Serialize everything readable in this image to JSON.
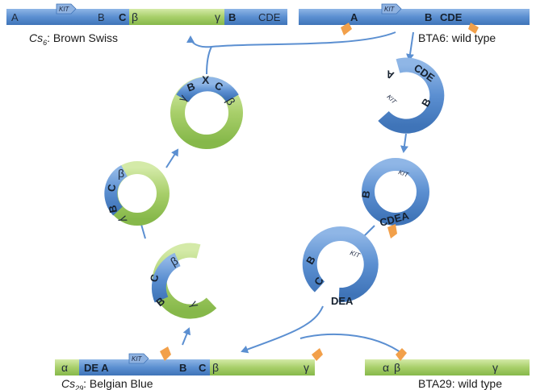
{
  "labels": {
    "cs6": "Cs",
    "cs6_sub": "6",
    "cs6_rest": ": Brown Swiss",
    "bta6": "BTA6: wild type",
    "cs29": "Cs",
    "cs29_sub": "29",
    "cs29_rest": ": Belgian Blue",
    "bta29": "BTA29: wild type"
  },
  "segments": {
    "A": "A",
    "B": "B",
    "C": "C",
    "CDE": "CDE",
    "DEA": "DEA",
    "D": "D",
    "E": "E",
    "DEA_sp": "DE A",
    "CDEA": "CDEA",
    "KIT": "KIT",
    "alpha": "α",
    "beta": "β",
    "gamma": "γ",
    "break": "X"
  },
  "colors": {
    "blue": "#5b8fd1",
    "blue_dark": "#3f74b8",
    "green": "#a8cf6a",
    "green_light": "#d8ebb4",
    "orange": "#f2a04a",
    "arrow": "#5b8fd1"
  }
}
